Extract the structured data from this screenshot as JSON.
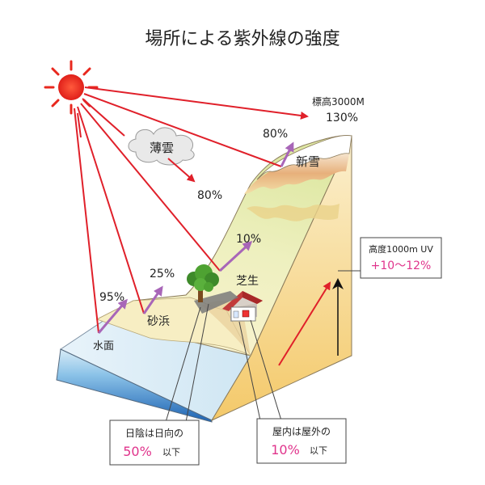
{
  "title": "場所による紫外線の強度",
  "labels": {
    "altitude_top": "標高3000M",
    "altitude_top_pct": "130%",
    "fresh_snow": "新雪",
    "fresh_snow_pct": "80%",
    "thin_cloud": "薄雲",
    "thin_cloud_pct": "80%",
    "lawn": "芝生",
    "lawn_pct": "10%",
    "sand_pct": "25%",
    "sand": "砂浜",
    "water_pct": "95%",
    "water": "水面"
  },
  "callouts": {
    "altitude_line1": "高度1000m UV",
    "altitude_line2": "+10〜12%",
    "shade_line1": "日陰は日向の",
    "shade_value": "50%",
    "shade_suffix": "以下",
    "indoor_line1": "屋内は屋外の",
    "indoor_value": "10%",
    "indoor_suffix": "以下"
  },
  "colors": {
    "sun": "#e8281e",
    "ray": "#e0202a",
    "reflection": "#a866b8",
    "highlight": "#e0348c",
    "water": "#2f7fc8",
    "mountain": "#f3d98a"
  }
}
